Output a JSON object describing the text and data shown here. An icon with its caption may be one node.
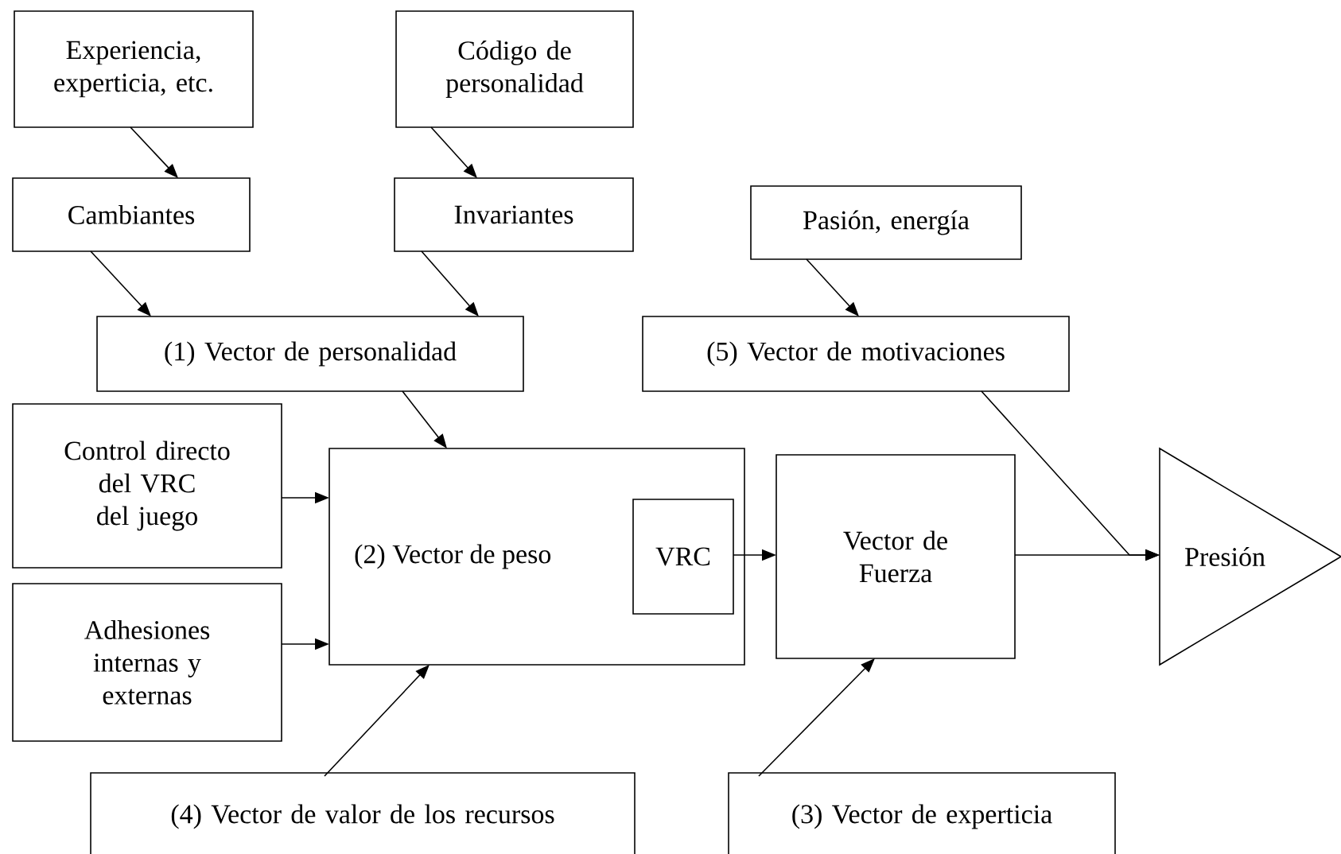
{
  "diagram": {
    "nodes": [
      {
        "text": [
          "Experiencia, experticia, etc."
        ]
      },
      {
        "text": [
          "Código de personalidad"
        ]
      },
      {
        "text": [
          "Cambiantes"
        ]
      },
      {
        "text": [
          "Invariantes"
        ]
      },
      {
        "text": [
          "Pasión, energía"
        ]
      },
      {
        "text": [
          "(1) Vector de personalidad"
        ]
      },
      {
        "text": [
          "(5) Vector de motivaciones"
        ]
      },
      {
        "text": [
          "Control directo del VRC del juego"
        ]
      },
      {
        "text": [
          "Adhesiones internas y externas"
        ]
      },
      {
        "text": [
          "(2) Vector de peso"
        ]
      },
      {
        "text": [
          "VRC"
        ],
        "in": 9
      },
      {
        "text": [
          "Vector de Fuerza"
        ]
      },
      {
        "text": [
          "Presión"
        ]
      },
      {
        "text": [
          "(4) Vector de valor de los recursos"
        ]
      },
      {
        "text": [
          "(3) Vector de experticia"
        ]
      }
    ],
    "edges": [
      {
        "from": 0,
        "to": 2,
        "arrow": "to"
      },
      {
        "from": 1,
        "to": 3,
        "arrow": "to"
      },
      {
        "from": 2,
        "to": 5,
        "arrow": "to"
      },
      {
        "from": 3,
        "to": 5,
        "arrow": "to"
      },
      {
        "from": 4,
        "to": 6,
        "arrow": "to"
      },
      {
        "from": 5,
        "to": 9,
        "arrow": "to"
      },
      {
        "from": 7,
        "to": 9,
        "arrow": "to"
      },
      {
        "from": 8,
        "to": 9,
        "arrow": "to"
      },
      {
        "from": 10,
        "to": 11,
        "arrow": "to"
      },
      {
        "from": 11,
        "to": 12,
        "arrow": "to"
      },
      {
        "from": 6,
        "to": 12,
        "arrow": "to"
      },
      {
        "from": 13,
        "to": 9,
        "arrow": "to"
      },
      {
        "from": 14,
        "to": 11,
        "arrow": "to"
      }
    ]
  }
}
